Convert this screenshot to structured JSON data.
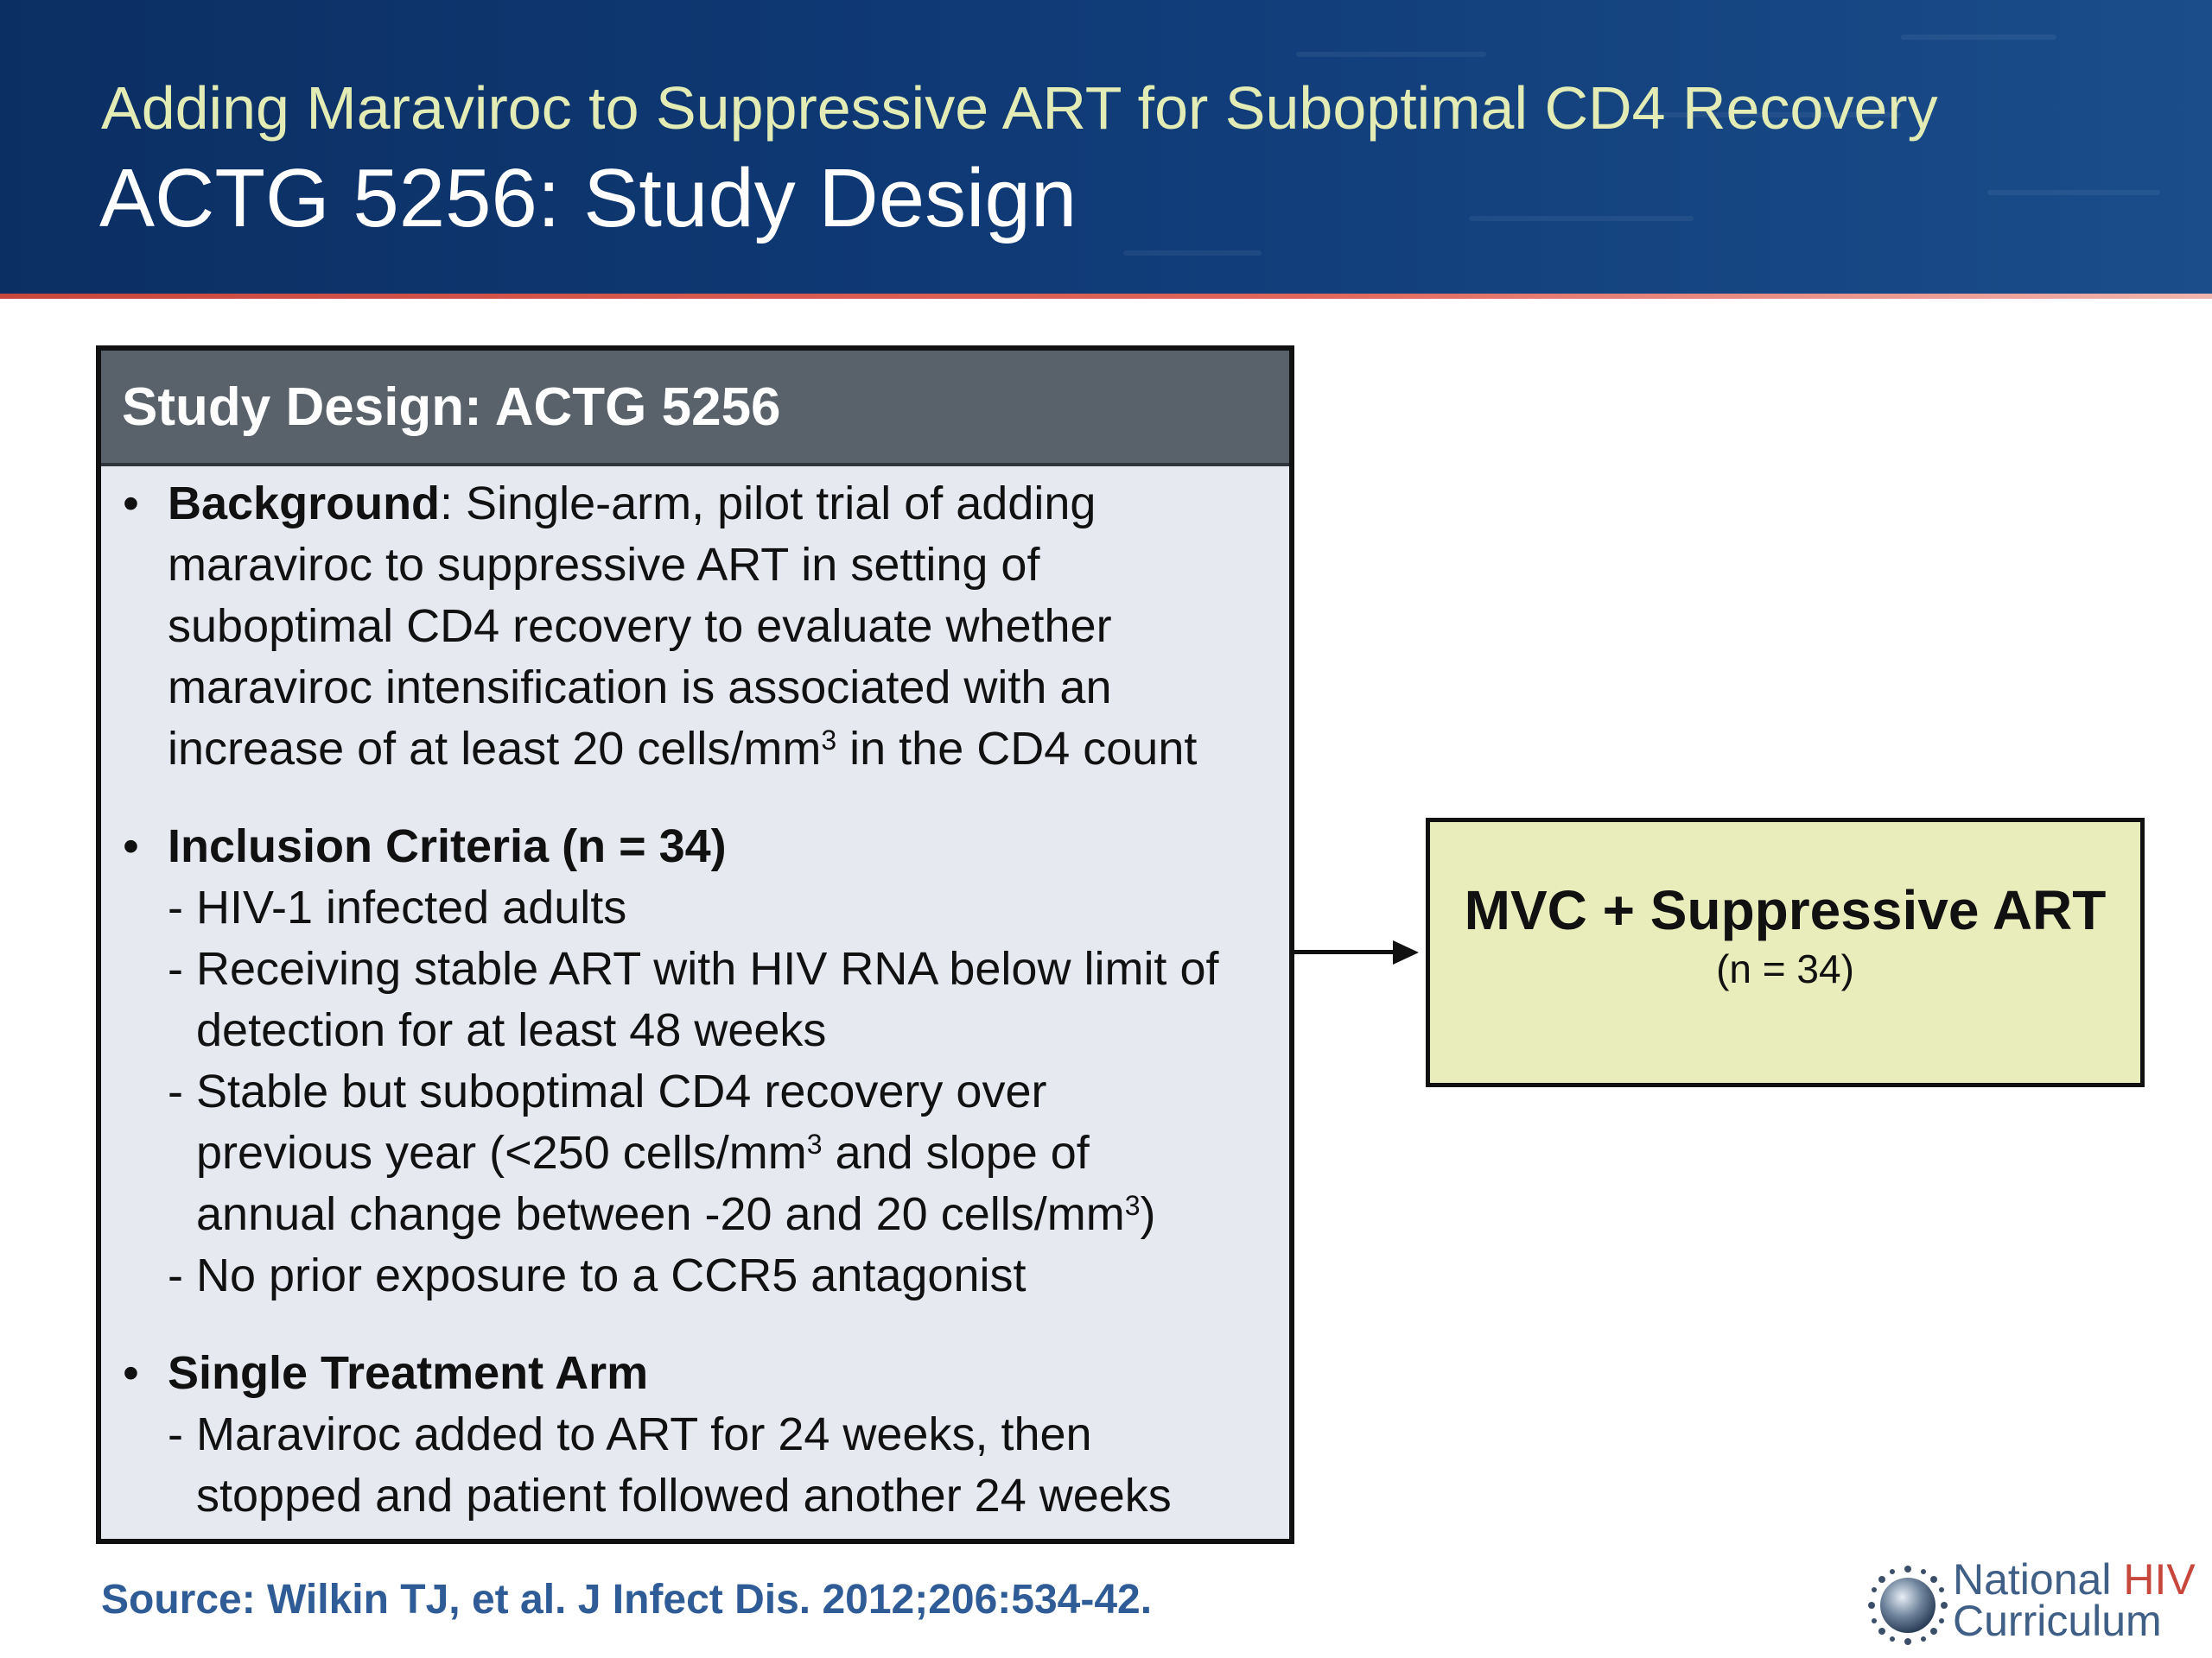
{
  "slide": {
    "subtitle": "Adding Maraviroc to Suppressive ART for Suboptimal CD4 Recovery",
    "title": "ACTG 5256: Study Design"
  },
  "design_box": {
    "heading": "Study Design: ACTG 5256",
    "background": {
      "label": "Background",
      "line1": ": Single-arm, pilot trial of adding",
      "line2": "maraviroc to suppressive ART in setting of",
      "line3": "suboptimal CD4 recovery to evaluate whether",
      "line4": "maraviroc intensification is associated with an",
      "line5a": "increase of at least 20 cells/mm",
      "line5sup": "3",
      "line5b": " in the CD4 count"
    },
    "inclusion": {
      "label": "Inclusion Criteria (n = 34)",
      "item1": "- HIV-1 infected adults",
      "item2a": "- Receiving stable ART with HIV RNA below limit of",
      "item2b": "detection for at least 48 weeks",
      "item3a": "- Stable but suboptimal CD4 recovery over",
      "item3b1": "previous year (<250 cells/mm",
      "item3b2": " and slope of",
      "item3c1": "annual change between -20 and 20 cells/mm",
      "item3c2": ")",
      "sup": "3",
      "item4": "- No prior exposure to a CCR5 antagonist"
    },
    "treatment": {
      "label": "Single Treatment Arm",
      "item1a": "- Maraviroc added to ART for 24 weeks, then",
      "item1b": "stopped and patient followed another 24 weeks"
    }
  },
  "arm_box": {
    "title": "MVC + Suppressive ART",
    "n": "(n = 34)"
  },
  "source": "Source: Wilkin TJ, et al. J Infect Dis. 2012;206:534-42.",
  "logo": {
    "word1": "National ",
    "word2": "HIV",
    "word3": "Curriculum"
  },
  "colors": {
    "header_bg": "#0f3a76",
    "subtitle": "#e2ecb4",
    "accent_line": "#c8473d",
    "box_header": "#59616b",
    "box_body": "#e7e9f0",
    "arm_fill": "#e9edbb",
    "source_text": "#2f5c96"
  }
}
